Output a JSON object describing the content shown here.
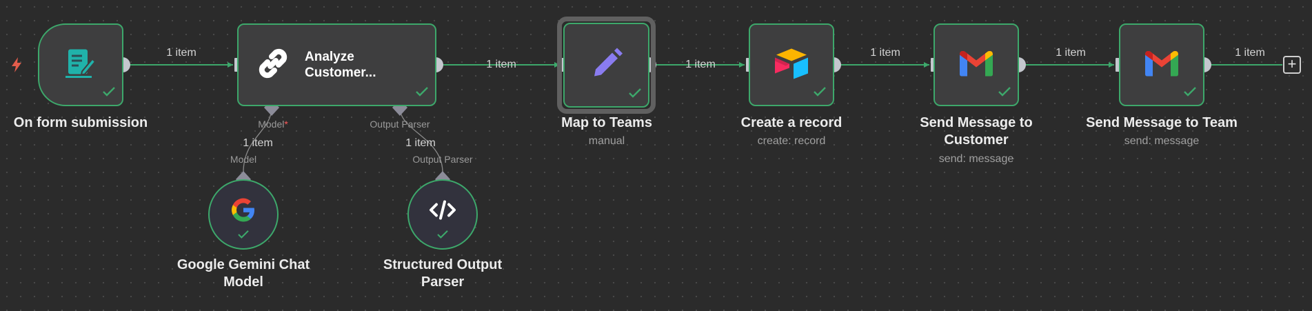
{
  "colors": {
    "canvas_bg": "#2b2b2b",
    "node_bg": "#3e3e3f",
    "success_border": "#3da86b",
    "connection": "#3da86b",
    "handle": "#c4c7ce",
    "trigger_bolt": "#e25c4b",
    "required_marker": "#ff5a5a"
  },
  "nodes": {
    "form_trigger": {
      "title": "On form submission",
      "icon": "form-icon",
      "status": "success"
    },
    "analyze": {
      "title": "Analyze Customer...",
      "icon": "link-chain-icon",
      "status": "success"
    },
    "map_teams": {
      "title": "Map to Teams",
      "subtitle": "manual",
      "icon": "pencil-icon",
      "status": "success",
      "selected": true
    },
    "create_record": {
      "title": "Create a record",
      "subtitle": "create: record",
      "icon": "airtable-icon",
      "status": "success"
    },
    "send_customer": {
      "title": "Send Message to Customer",
      "subtitle": "send: message",
      "icon": "gmail-icon",
      "status": "success"
    },
    "send_team": {
      "title": "Send Message to Team",
      "subtitle": "send: message",
      "icon": "gmail-icon",
      "status": "success"
    },
    "gemini": {
      "title": "Google Gemini Chat Model",
      "icon": "google-icon",
      "status": "success"
    },
    "parser": {
      "title": "Structured Output Parser",
      "icon": "code-icon",
      "status": "success"
    }
  },
  "labels": {
    "form_trigger_title": "On form submission",
    "analyze_title_line1": "Analyze",
    "analyze_title_line2": "Customer...",
    "map_title": "Map to Teams",
    "map_sub": "manual",
    "create_title": "Create a record",
    "create_sub": "create: record",
    "send_customer_line1": "Send Message to",
    "send_customer_line2": "Customer",
    "send_customer_sub": "send: message",
    "send_team_title": "Send Message to Team",
    "send_team_sub": "send: message",
    "gemini_line1": "Google Gemini Chat",
    "gemini_line2": "Model",
    "parser_line1": "Structured Output",
    "parser_line2": "Parser"
  },
  "edges": {
    "e1": "1 item",
    "e2": "1 item",
    "e3": "1 item",
    "e4": "1 item",
    "e5": "1 item",
    "e6": "1 item",
    "model_edge": "1 item",
    "parser_edge": "1 item"
  },
  "ports": {
    "model_port": "Model",
    "model_required": "*",
    "output_parser_port": "Output Parser",
    "model_sub_port": "Model",
    "output_parser_sub_port": "Output Parser"
  },
  "add_button": "+"
}
